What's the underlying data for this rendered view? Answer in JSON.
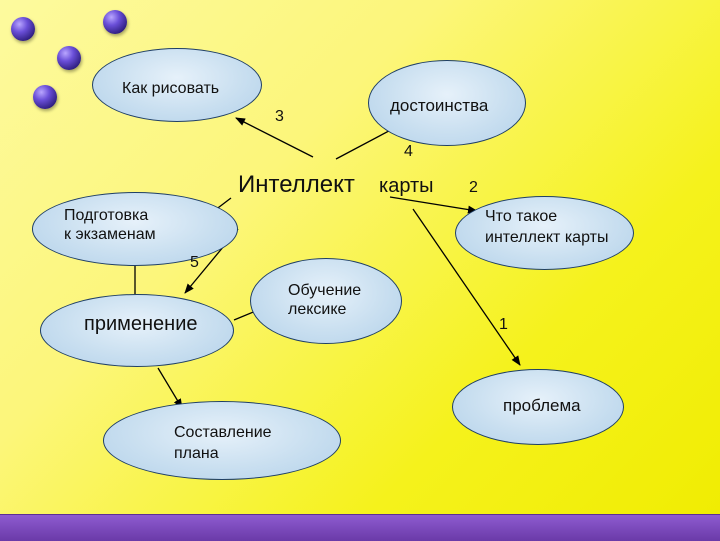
{
  "diagram": {
    "center_title": {
      "part1": "Интеллект",
      "part2": "карты"
    },
    "nodes": {
      "kak_risovat": "Как рисовать",
      "dostoinstva": "достоинства",
      "podgotovka": [
        "Подготовка",
        "к экзаменам"
      ],
      "chto_takoe": [
        "Что такое",
        "интеллект карты"
      ],
      "primenenie": "применение",
      "obuchenie": [
        "Обучение",
        "лексике"
      ],
      "sostavlenie": [
        "Составление",
        "плана"
      ],
      "problema": "проблема"
    },
    "numbers": {
      "n1": "1",
      "n2": "2",
      "n3": "3",
      "n4": "4",
      "n5": "5"
    }
  },
  "colors": {
    "background": "#f7f34a",
    "node_fill": "#c9dff0",
    "node_border": "#1f3f66",
    "bead": "#4b3ab0",
    "bottom_bar": "#7b4cc0"
  }
}
